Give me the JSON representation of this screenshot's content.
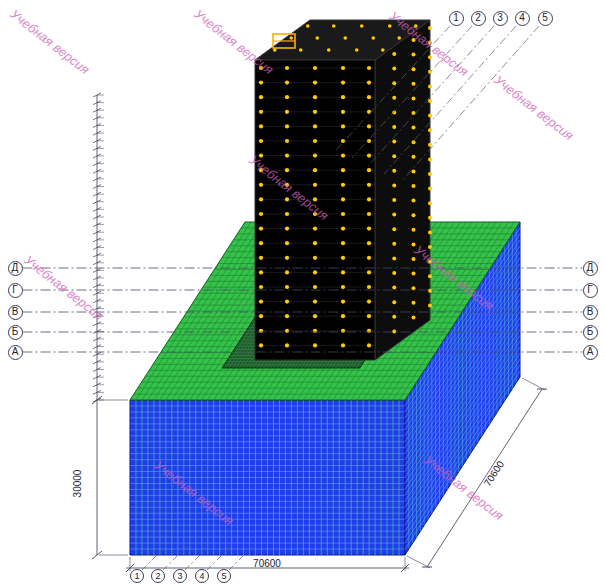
{
  "diagram": {
    "nodes": [
      {
        "text": [
          "1"
        ]
      },
      {
        "text": [
          "2"
        ]
      },
      {
        "text": [
          "3"
        ]
      },
      {
        "text": [
          "4"
        ]
      },
      {
        "text": [
          "5"
        ]
      },
      {
        "text": [
          "Д"
        ]
      },
      {
        "text": [
          "Г"
        ]
      },
      {
        "text": [
          "В"
        ]
      },
      {
        "text": [
          "Б"
        ]
      },
      {
        "text": [
          "А"
        ]
      },
      {
        "text": [
          "Д"
        ]
      },
      {
        "text": [
          "Г"
        ]
      },
      {
        "text": [
          "В"
        ]
      },
      {
        "text": [
          "Б"
        ]
      },
      {
        "text": [
          "А"
        ]
      },
      {
        "text": [
          "1"
        ]
      },
      {
        "text": [
          "2"
        ]
      },
      {
        "text": [
          "3"
        ]
      },
      {
        "text": [
          "4"
        ]
      },
      {
        "text": [
          "5"
        ]
      }
    ],
    "edges": [
      {
        "from": 5,
        "to": 10,
        "arrow": "none"
      },
      {
        "from": 6,
        "to": 11,
        "arrow": "none"
      },
      {
        "from": 7,
        "to": 12,
        "arrow": "none"
      },
      {
        "from": 8,
        "to": 13,
        "arrow": "none"
      },
      {
        "from": 9,
        "to": 14,
        "arrow": "none"
      }
    ],
    "labels": [
      "Учебная версия",
      "Учебная версия",
      "Учебная версия",
      "Учебная версия",
      "Учебная версия",
      "Учебная версия",
      "Учебная версия",
      "Учебная версия",
      "Учебная версия",
      "30000",
      "70600",
      "70600"
    ]
  }
}
